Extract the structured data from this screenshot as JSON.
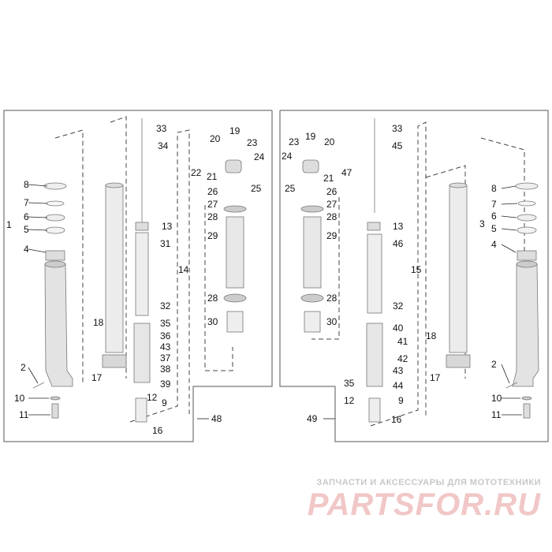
{
  "diagram": {
    "left_group": {
      "callouts": [
        "33",
        "34",
        "19",
        "20",
        "23",
        "24",
        "22",
        "21",
        "25",
        "26",
        "27",
        "28",
        "29",
        "8",
        "7",
        "6",
        "5",
        "4",
        "1",
        "13",
        "31",
        "14",
        "18",
        "28",
        "30",
        "32",
        "35",
        "36",
        "43",
        "37",
        "38",
        "2",
        "17",
        "39",
        "10",
        "12",
        "9",
        "11",
        "16",
        "48"
      ]
    },
    "right_group": {
      "callouts": [
        "33",
        "45",
        "19",
        "23",
        "20",
        "24",
        "21",
        "47",
        "25",
        "26",
        "27",
        "28",
        "29",
        "13",
        "46",
        "8",
        "7",
        "6",
        "5",
        "3",
        "4",
        "15",
        "28",
        "30",
        "32",
        "40",
        "41",
        "42",
        "18",
        "43",
        "35",
        "44",
        "17",
        "2",
        "10",
        "12",
        "9",
        "11",
        "16",
        "49"
      ]
    }
  },
  "watermark": {
    "subtitle": "ЗАПЧАСТИ И АКСЕССУАРЫ ДЛЯ МОТОТЕХНИКИ",
    "logo": "PARTSFOR.RU"
  }
}
